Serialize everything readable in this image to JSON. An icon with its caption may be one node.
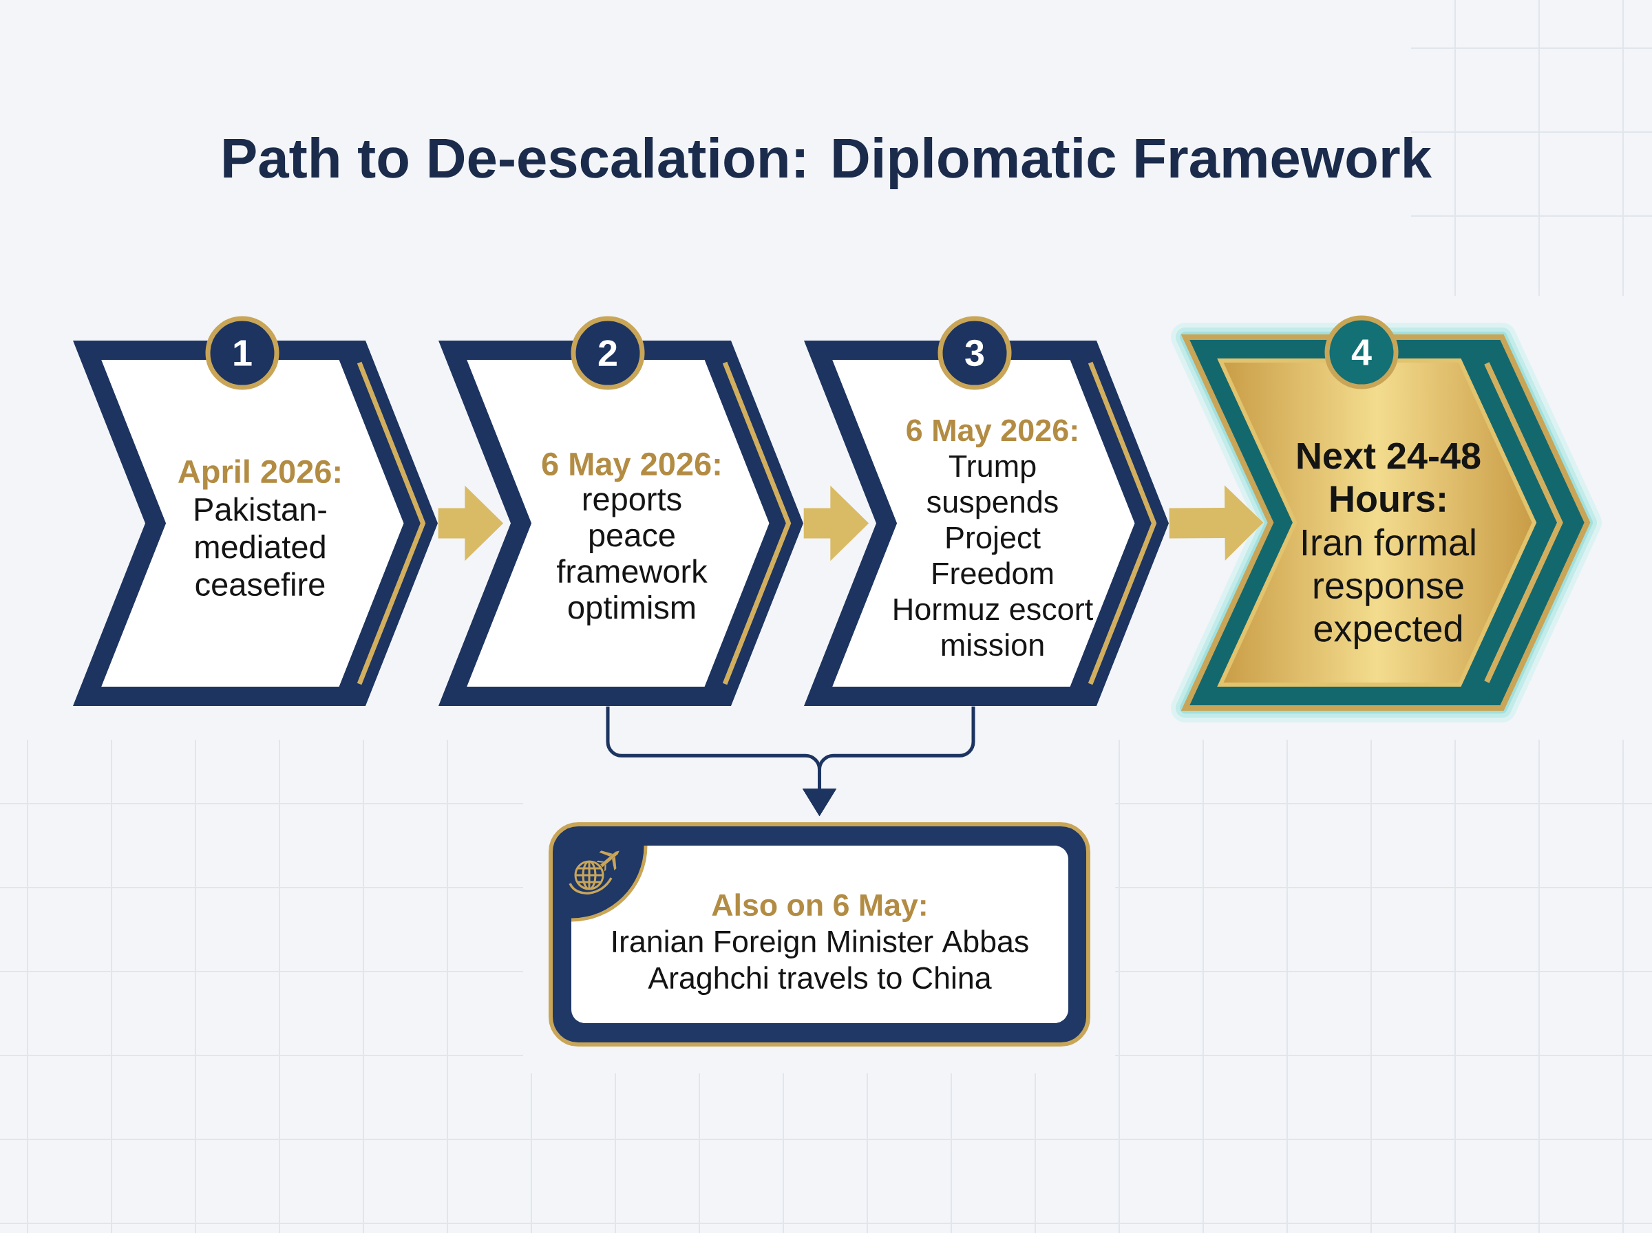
{
  "diagram": {
    "title": "Path to De-escalation: Diplomatic Framework",
    "nodes": [
      {
        "text": [
          "April 2026:",
          "Pakistan-mediated ceasefire"
        ]
      },
      {
        "text": [
          "1"
        ]
      },
      {
        "text": [
          "6 May 2026:",
          "reports peace framework optimism"
        ]
      },
      {
        "text": [
          "2"
        ]
      },
      {
        "text": [
          "6 May 2026:",
          "Trump suspends Project Freedom Hormuz escort mission"
        ]
      },
      {
        "text": [
          "3"
        ]
      },
      {
        "text": [
          "Next 24-48 Hours:",
          "Iran formal response expected"
        ]
      },
      {
        "text": [
          "4"
        ]
      },
      {
        "text": [
          "Also on 6 May:",
          "Iranian Foreign Minister Abbas Araghchi travels to China"
        ]
      }
    ],
    "edges": [
      {
        "from": 0,
        "to": 2,
        "arrow": "to"
      },
      {
        "from": 2,
        "to": 4,
        "arrow": "to"
      },
      {
        "from": 4,
        "to": 6,
        "arrow": "to"
      },
      {
        "from": 2,
        "to": 8,
        "arrow": "to",
        "color": "#1d3461"
      },
      {
        "from": 4,
        "to": 8,
        "arrow": "to",
        "color": "#1d3461"
      }
    ]
  }
}
